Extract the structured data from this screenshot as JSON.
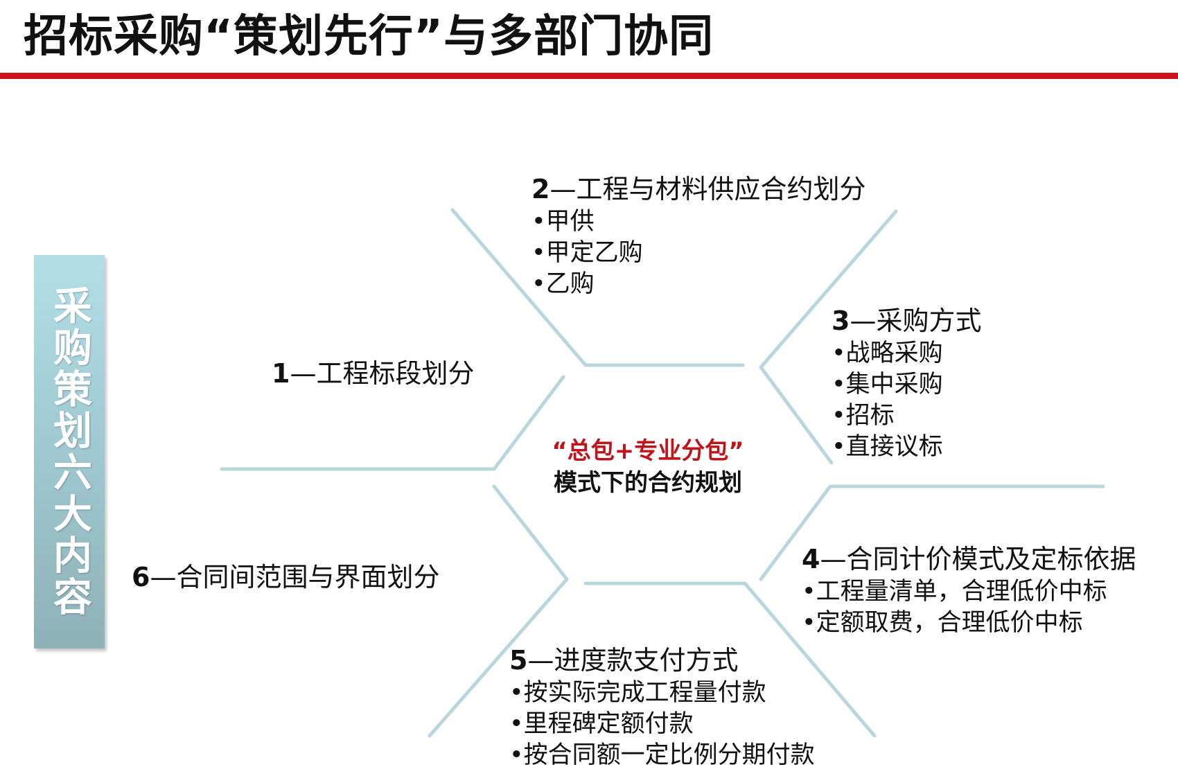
{
  "title": "招标采购“策划先行”与多部门协同",
  "side_banner": "采购策划六大内容",
  "center": {
    "highlight": "“总包+专业分包”",
    "caption": "模式下的合约规划"
  },
  "branches": [
    {
      "num": "1",
      "sep": "—",
      "label": "工程标段划分",
      "items": []
    },
    {
      "num": "2",
      "sep": "—",
      "label": "工程与材料供应合约划分",
      "items": [
        "甲供",
        "甲定乙购",
        "乙购"
      ]
    },
    {
      "num": "3",
      "sep": "—",
      "label": "采购方式",
      "items": [
        "战略采购",
        "集中采购",
        "招标",
        "直接议标"
      ]
    },
    {
      "num": "4",
      "sep": "—",
      "label": "合同计价模式及定标依据",
      "items": [
        "工程量清单，合理低价中标",
        "定额取费，合理低价中标"
      ]
    },
    {
      "num": "5",
      "sep": "—",
      "label": "进度款支付方式",
      "items": [
        "按实际完成工程量付款",
        "里程碑定额付款",
        "按合同额一定比例分期付款"
      ]
    },
    {
      "num": "6",
      "sep": "—",
      "label": "合同间范围与界面划分",
      "items": []
    }
  ],
  "colors": {
    "accent_red": "#c8141c",
    "connector": "#b7d7dc",
    "banner": "#a6d2d9"
  }
}
